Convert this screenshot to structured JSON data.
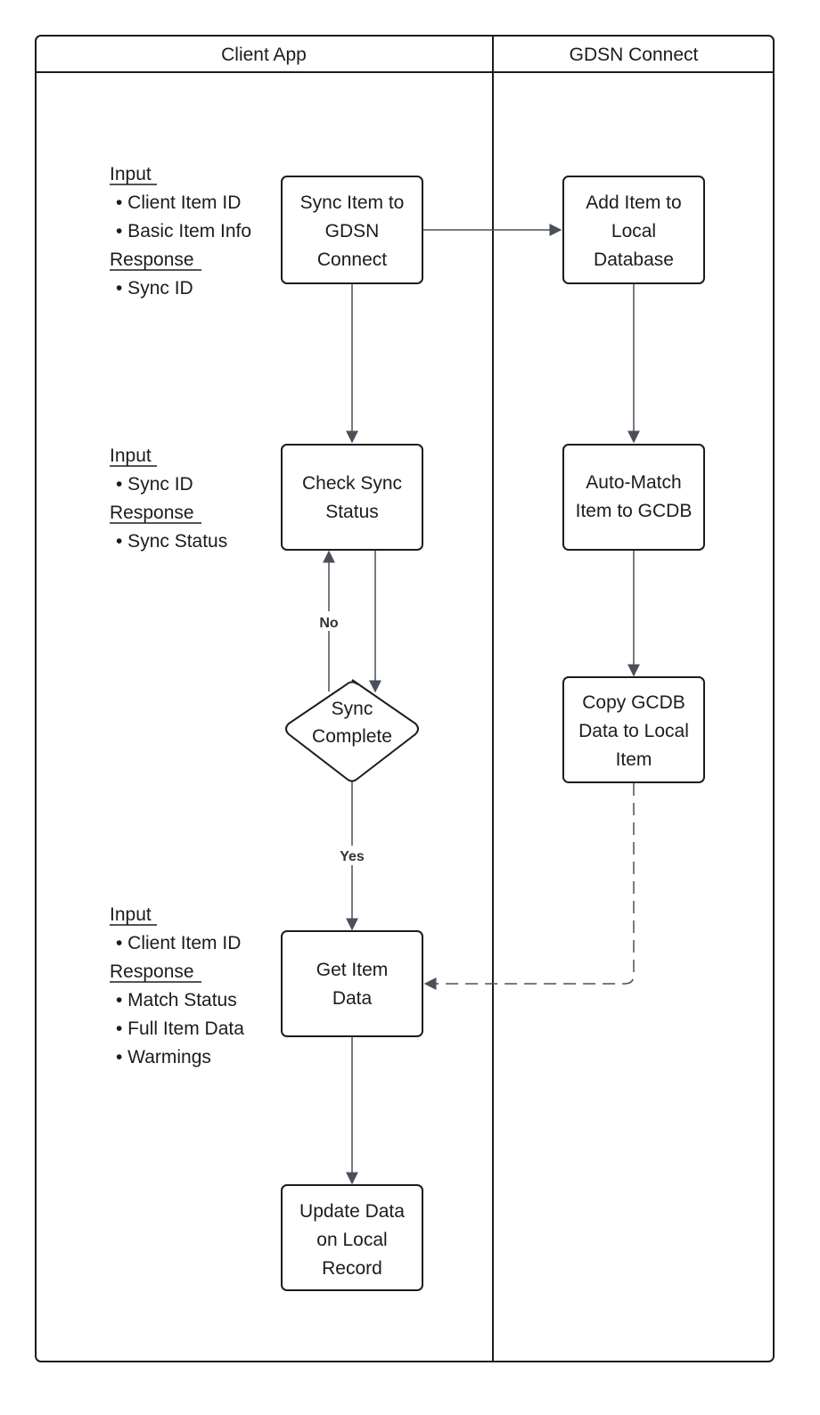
{
  "lanes": {
    "left_title": "Client App",
    "right_title": "GDSN Connect"
  },
  "nodes": {
    "sync_item": [
      "Sync Item to",
      "GDSN",
      "Connect"
    ],
    "add_item": [
      "Add Item to",
      "Local",
      "Database"
    ],
    "check_sync": [
      "Check Sync",
      "Status"
    ],
    "auto_match": [
      "Auto-Match",
      "Item to GCDB"
    ],
    "sync_complete": [
      "Sync",
      "Complete"
    ],
    "copy_gcdb": [
      "Copy GCDB",
      "Data to Local",
      "Item"
    ],
    "get_item": [
      "Get Item",
      "Data"
    ],
    "update_data": [
      "Update Data",
      "on Local",
      "Record"
    ]
  },
  "edge_labels": {
    "no": "No",
    "yes": "Yes"
  },
  "notes": {
    "sync_item": {
      "input_label": "Input",
      "inputs": [
        "• Client Item ID",
        "• Basic Item Info"
      ],
      "response_label": "Response",
      "responses": [
        "• Sync ID"
      ]
    },
    "check_sync": {
      "input_label": "Input",
      "inputs": [
        "• Sync ID"
      ],
      "response_label": "Response",
      "responses": [
        "• Sync Status"
      ]
    },
    "get_item": {
      "input_label": "Input",
      "inputs": [
        "• Client Item ID"
      ],
      "response_label": "Response",
      "responses": [
        "• Match Status",
        "• Full Item Data",
        "• Warmings"
      ]
    }
  }
}
